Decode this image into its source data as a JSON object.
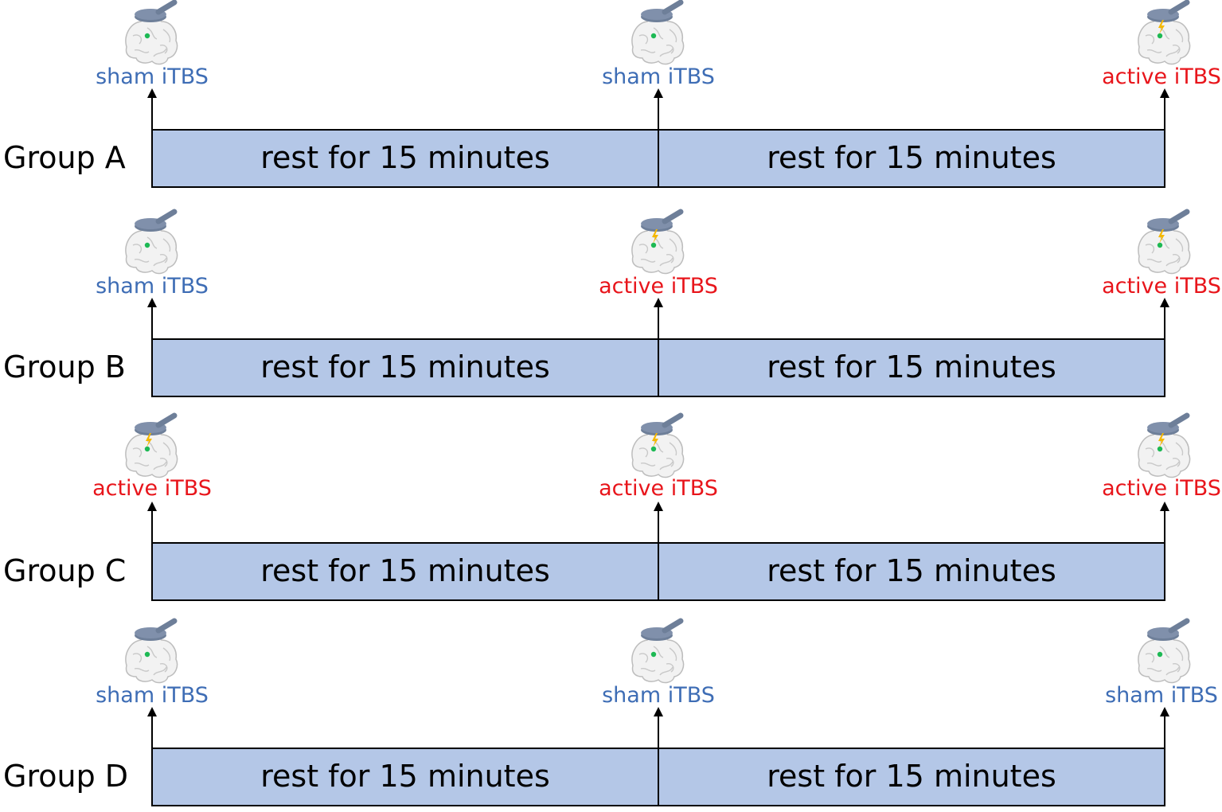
{
  "colors": {
    "sham": "#3E6DB5",
    "active": "#E8151B",
    "bar_fill": "#B4C7E7",
    "electrode_dot": "#1DB954",
    "pulse": "#F5B800"
  },
  "icons": {
    "stimulator": "tms-coil-over-brain-icon",
    "pulse": "lightning-bolt-icon"
  },
  "groups": [
    {
      "label": "Group A",
      "segments": [
        "rest for 15 minutes",
        "rest for 15 minutes"
      ],
      "stimulations": [
        {
          "label": "sham iTBS",
          "type": "sham"
        },
        {
          "label": "sham iTBS",
          "type": "sham"
        },
        {
          "label": "active iTBS",
          "type": "active"
        }
      ]
    },
    {
      "label": "Group B",
      "segments": [
        "rest for 15 minutes",
        "rest for 15 minutes"
      ],
      "stimulations": [
        {
          "label": "sham iTBS",
          "type": "sham"
        },
        {
          "label": "active iTBS",
          "type": "active"
        },
        {
          "label": "active iTBS",
          "type": "active"
        }
      ]
    },
    {
      "label": "Group C",
      "segments": [
        "rest for 15 minutes",
        "rest for 15 minutes"
      ],
      "stimulations": [
        {
          "label": "active iTBS",
          "type": "active"
        },
        {
          "label": "active iTBS",
          "type": "active"
        },
        {
          "label": "active iTBS",
          "type": "active"
        }
      ]
    },
    {
      "label": "Group D",
      "segments": [
        "rest for 15 minutes",
        "rest for 15 minutes"
      ],
      "stimulations": [
        {
          "label": "sham iTBS",
          "type": "sham"
        },
        {
          "label": "sham iTBS",
          "type": "sham"
        },
        {
          "label": "sham iTBS",
          "type": "sham"
        }
      ]
    }
  ]
}
